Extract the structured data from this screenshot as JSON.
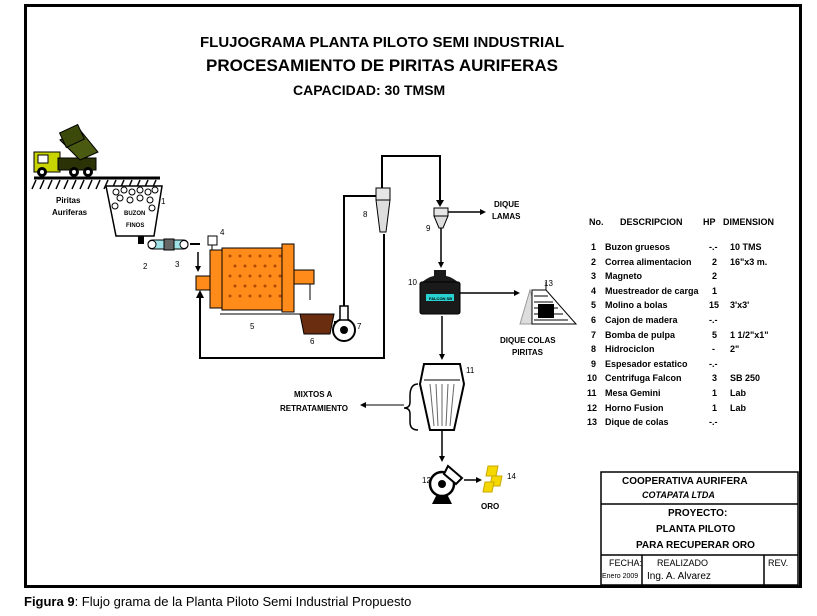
{
  "titles": {
    "line1": "FLUJOGRAMA PLANTA PILOTO SEMI INDUSTRIAL",
    "line2": "PROCESAMIENTO DE PIRITAS AURIFERAS",
    "line3": "CAPACIDAD: 30 TMSM"
  },
  "labels": {
    "piritas": "Piritas",
    "auriferas": "Auriferas",
    "buzon": "BUZON",
    "finos": "FINOS",
    "dique": "DIQUE",
    "lamas": "LAMAS",
    "dique_colas": "DIQUE COLAS",
    "piritas2": "PIRITAS",
    "mixtos": "MIXTOS A",
    "retratamiento": "RETRATAMIENTO",
    "oro": "ORO",
    "falcon_tag": "FALCON SB"
  },
  "numbers": {
    "n1": "1",
    "n2": "2",
    "n3": "3",
    "n4": "4",
    "n5": "5",
    "n6": "6",
    "n7": "7",
    "n8": "8",
    "n9": "9",
    "n10": "10",
    "n11": "11",
    "n12": "12",
    "n13": "13",
    "n14": "14"
  },
  "table": {
    "headers": {
      "no": "No.",
      "desc": "DESCRIPCION",
      "hp": "HP",
      "dim": "DIMENSION"
    },
    "rows": [
      {
        "no": "1",
        "desc": "Buzon gruesos",
        "hp": "-.-",
        "dim": "10 TMS"
      },
      {
        "no": "2",
        "desc": "Correa alimentacion",
        "hp": "2",
        "dim": "16\"x3 m."
      },
      {
        "no": "3",
        "desc": "Magneto",
        "hp": "2",
        "dim": ""
      },
      {
        "no": "4",
        "desc": "Muestreador de carga",
        "hp": "1",
        "dim": ""
      },
      {
        "no": "5",
        "desc": "Molino a bolas",
        "hp": "15",
        "dim": "3'x3'"
      },
      {
        "no": "6",
        "desc": "Cajon de madera",
        "hp": "-.-",
        "dim": ""
      },
      {
        "no": "7",
        "desc": "Bomba de pulpa",
        "hp": "5",
        "dim": "1 1/2\"x1\""
      },
      {
        "no": "8",
        "desc": "Hidrociclon",
        "hp": "-",
        "dim": "2\""
      },
      {
        "no": "9",
        "desc": "Espesador estatico",
        "hp": "-.-",
        "dim": ""
      },
      {
        "no": "10",
        "desc": "Centrifuga Falcon",
        "hp": "3",
        "dim": "SB 250"
      },
      {
        "no": "11",
        "desc": "Mesa Gemini",
        "hp": "1",
        "dim": "Lab"
      },
      {
        "no": "12",
        "desc": "Horno Fusion",
        "hp": "1",
        "dim": "Lab"
      },
      {
        "no": "13",
        "desc": "Dique de colas",
        "hp": "-.-",
        "dim": ""
      }
    ]
  },
  "titleblock": {
    "org1": "COOPERATIVA AURIFERA",
    "org2": "COTAPATA LTDA",
    "proj1": "PROYECTO:",
    "proj2": "PLANTA PILOTO",
    "proj3": "PARA RECUPERAR ORO",
    "fecha_label": "FECHA:",
    "fecha_value": "Enero 2009",
    "realizado_label": "REALIZADO",
    "realizado_value": "Ing. A. Alvarez",
    "rev_label": "REV."
  },
  "caption": {
    "bold": "Figura 9",
    "text": ": Flujo grama de la Planta Piloto Semi Industrial Propuesto"
  },
  "colors": {
    "mill": "#ff8c1a",
    "truck": "#c8d400",
    "cart": "#4a5a10",
    "gold": "#f5d800",
    "conveyor": "#9fe3e8",
    "falcon": "#1a1a1a",
    "falcon_tag": "#2ad1d1"
  }
}
